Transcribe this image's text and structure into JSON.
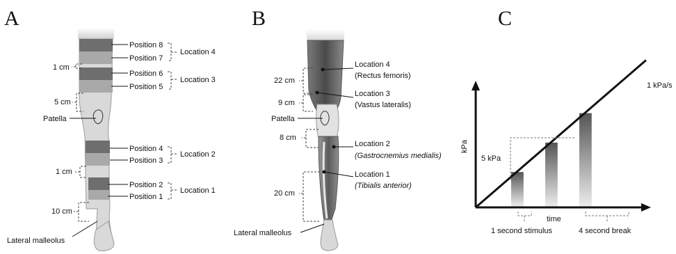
{
  "panels": {
    "a": "A",
    "b": "B",
    "c": "C"
  },
  "panel_a": {
    "positions": [
      "Position 8",
      "Position 7",
      "Position 6",
      "Position 5",
      "Position 4",
      "Position 3",
      "Position 2",
      "Position 1"
    ],
    "locations": [
      "Location 4",
      "Location 3",
      "Location 2",
      "Location 1"
    ],
    "spacings": [
      "1 cm",
      "5 cm",
      "1 cm",
      "10 cm"
    ],
    "patella": "Patella",
    "malleolus": "Lateral malleolus"
  },
  "panel_b": {
    "locations": [
      {
        "name": "Location 4",
        "muscle": "(Rectus femoris)"
      },
      {
        "name": "Location 3",
        "muscle": "(Vastus lateralis)"
      },
      {
        "name": "Location 2",
        "muscle": "(Gastrocnemius medialis)"
      },
      {
        "name": "Location 1",
        "muscle": "(Tibialis anterior)"
      }
    ],
    "spacings": [
      "22 cm",
      "9 cm",
      "8 cm",
      "20 cm"
    ],
    "patella": "Patella",
    "malleolus": "Lateral malleolus"
  },
  "panel_c": {
    "ylabel": "kPa",
    "xlabel": "time",
    "rate_label": "1 kPa/s",
    "step_label": "5 kPa",
    "stimulus_label": "1 second stimulus",
    "break_label": "4 second break"
  },
  "chart_data": {
    "type": "line",
    "xlabel": "time",
    "ylabel": "kPa",
    "series": [
      {
        "name": "1 kPa/s",
        "x": [
          0,
          25
        ],
        "y": [
          0,
          25
        ]
      }
    ],
    "stimulus_bars": [
      {
        "start": 5,
        "end": 6,
        "value": 6
      },
      {
        "start": 10,
        "end": 11,
        "value": 11
      },
      {
        "start": 15,
        "end": 16,
        "value": 16
      }
    ],
    "annotations": [
      "5 kPa",
      "1 second stimulus",
      "4 second break"
    ]
  },
  "colors": {
    "band_dark": "#6e6e6e",
    "band_light": "#a9a9a9",
    "leg_fill": "#d9d9d9",
    "bar_top": "#555555",
    "bar_bottom": "#e8e8e8"
  }
}
